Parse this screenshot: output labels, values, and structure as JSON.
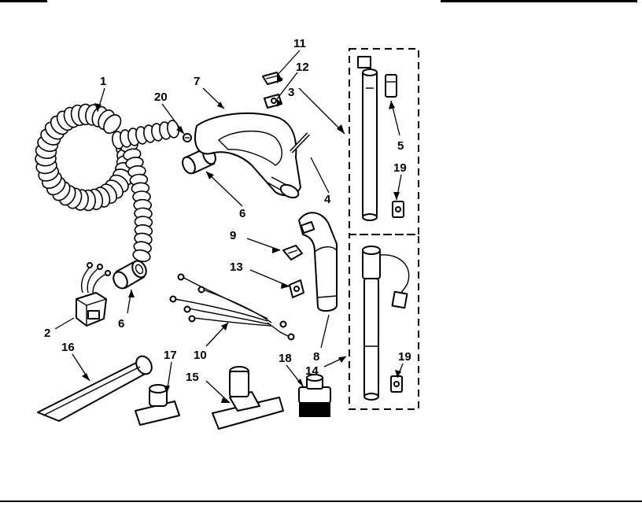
{
  "callouts": {
    "c1": "1",
    "c2": "2",
    "c3": "3",
    "c4": "4",
    "c5": "5",
    "c6a": "6",
    "c6b": "6",
    "c7": "7",
    "c8": "8",
    "c9": "9",
    "c10": "10",
    "c11": "11",
    "c12": "12",
    "c13": "13",
    "c14": "14",
    "c15": "15",
    "c16": "16",
    "c17": "17",
    "c18": "18",
    "c19a": "19",
    "c19b": "19",
    "c20": "20"
  }
}
